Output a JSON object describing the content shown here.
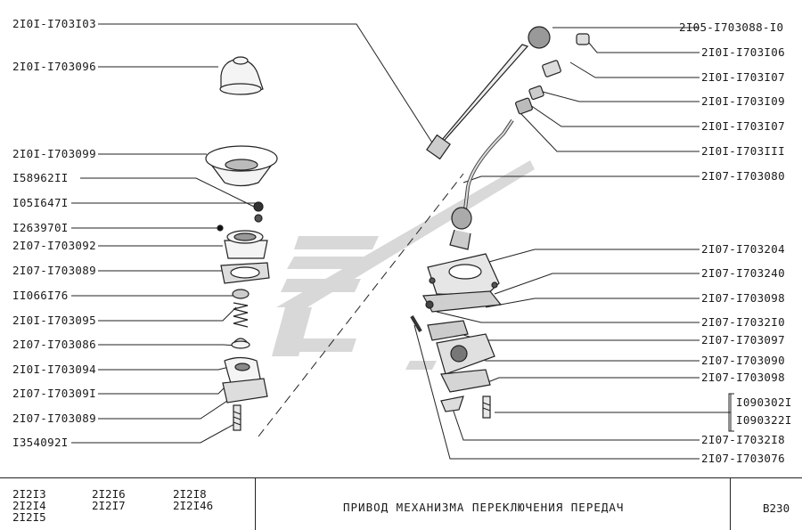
{
  "labels_left": [
    "2I0I-I703I03",
    "2I0I-I703096",
    "2I0I-I703099",
    "I58962II",
    "I05I647I",
    "I263970I",
    "2I07-I703092",
    "2I07-I703089",
    "II066I76",
    "2I0I-I703095",
    "2I07-I703086",
    "2I0I-I703094",
    "2I07-I70309I",
    "2I07-I703089",
    "I354092I"
  ],
  "labels_right": [
    "2I05-I703088-I0",
    "2I0I-I703I06",
    "2I0I-I703I07",
    "2I0I-I703I09",
    "2I0I-I703I07",
    "2I0I-I703III",
    "2I07-I703080",
    "2I07-I703204",
    "2I07-I703240",
    "2I07-I703098",
    "2I07-I7032I0",
    "2I07-I703097",
    "2I07-I703090",
    "2I07-I703098",
    "I090302I",
    "I090322I",
    "2I07-I7032I8",
    "2I07-I703076"
  ],
  "footer": {
    "models_col1": [
      "2I2I3",
      "2I2I4",
      "2I2I5"
    ],
    "models_col2": [
      "2I2I6",
      "2I2I7"
    ],
    "models_col3": [
      "2I2I8",
      "2I2I46"
    ],
    "title": "ПРИВОД  МЕХАНИЗМА  ПЕРЕКЛЮЧЕНИЯ  ПЕРЕДАЧ",
    "page": "B230"
  }
}
